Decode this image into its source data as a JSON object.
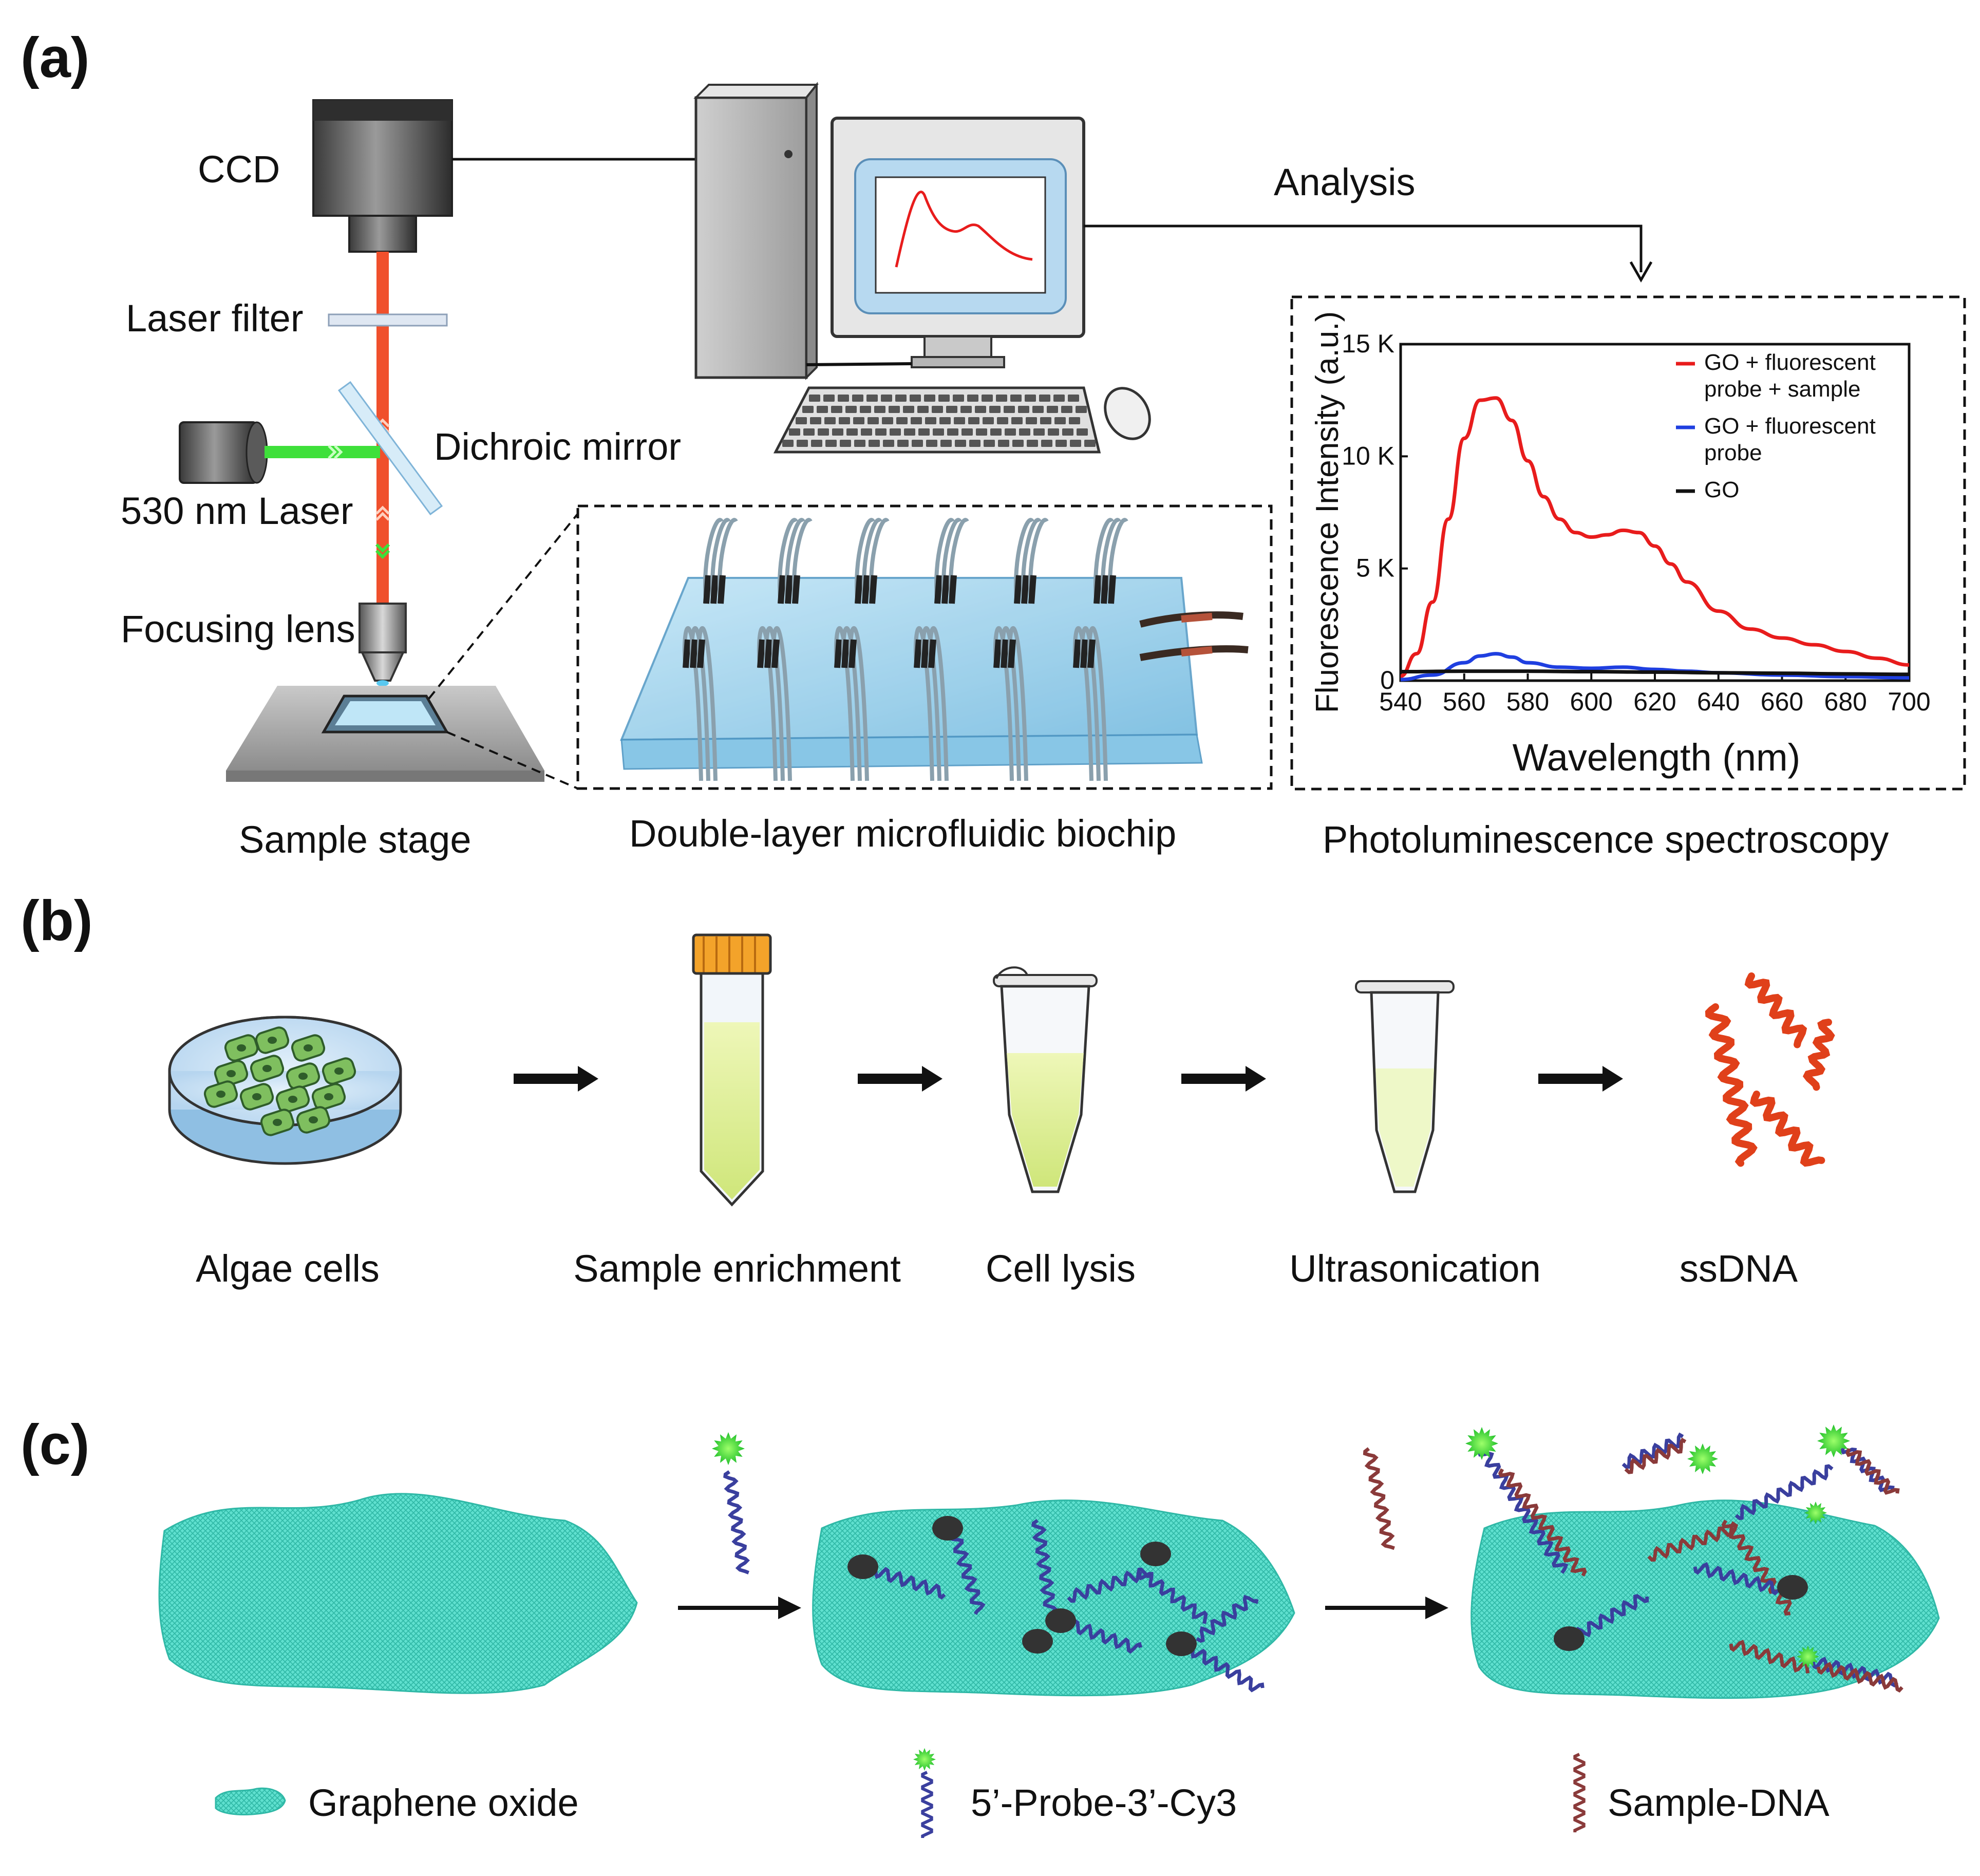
{
  "panels": {
    "a": "(a)",
    "b": "(b)",
    "c": "(c)"
  },
  "panel_a": {
    "ccd": "CCD",
    "laser_filter": "Laser filter",
    "dichroic_mirror": "Dichroic mirror",
    "laser": "530 nm Laser",
    "focusing_lens": "Focusing lens",
    "sample_stage": "Sample stage",
    "analysis": "Analysis",
    "biochip": "Double-layer microfluidic biochip",
    "spectroscopy": "Photoluminescence spectroscopy"
  },
  "chart_data": {
    "type": "line",
    "title": "",
    "xlabel": "Wavelength (nm)",
    "ylabel": "Fluorescence Intensity (a.u.)",
    "xlim": [
      540,
      700
    ],
    "ylim": [
      0,
      15000
    ],
    "xticks": [
      "540",
      "560",
      "580",
      "600",
      "620",
      "640",
      "660",
      "680",
      "700"
    ],
    "yticks": [
      "0",
      "5 K",
      "10 K",
      "15 K"
    ],
    "legend_position": "top-right",
    "series": [
      {
        "name": "GO + fluorescent probe + sample",
        "legend_lines": [
          "GO + fluorescent",
          "probe + sample"
        ],
        "color": "#e81c1c",
        "x": [
          540,
          545,
          550,
          555,
          560,
          565,
          570,
          575,
          580,
          585,
          590,
          595,
          600,
          605,
          610,
          615,
          620,
          625,
          630,
          640,
          650,
          660,
          670,
          680,
          690,
          700
        ],
        "y": [
          200,
          1200,
          3500,
          7200,
          10800,
          12500,
          12600,
          11600,
          9800,
          8200,
          7200,
          6600,
          6400,
          6500,
          6700,
          6600,
          6000,
          5200,
          4400,
          3100,
          2300,
          1900,
          1600,
          1300,
          1000,
          700
        ]
      },
      {
        "name": "GO + fluorescent probe",
        "legend_lines": [
          "GO + fluorescent",
          "probe"
        ],
        "color": "#1f3fe0",
        "x": [
          540,
          550,
          560,
          565,
          570,
          575,
          580,
          590,
          600,
          610,
          620,
          630,
          640,
          660,
          680,
          700
        ],
        "y": [
          50,
          250,
          800,
          1100,
          1200,
          1050,
          800,
          600,
          550,
          600,
          500,
          420,
          350,
          250,
          180,
          130
        ]
      },
      {
        "name": "GO",
        "legend_lines": [
          "GO"
        ],
        "color": "#111111",
        "x": [
          540,
          560,
          580,
          600,
          620,
          640,
          660,
          680,
          700
        ],
        "y": [
          400,
          420,
          420,
          400,
          380,
          350,
          330,
          300,
          280
        ]
      }
    ]
  },
  "panel_b": {
    "steps": [
      "Algae cells",
      "Sample enrichment",
      "Cell lysis",
      "Ultrasonication",
      "ssDNA"
    ]
  },
  "panel_c": {
    "legend": [
      "Graphene oxide",
      "5’-Probe-3’-Cy3",
      "Sample-DNA"
    ]
  },
  "colors": {
    "graphene": "#43d9c6",
    "laser_red": "#f0502c",
    "laser_green": "#3ee03a",
    "chip_blue": "#9fd4ee",
    "probe_dna": "#3a3f9e",
    "sample_dna": "#8a3a3a",
    "ssdna": "#e0401a",
    "algae": "#7fbf5f",
    "liquid": "#dcef9a"
  }
}
